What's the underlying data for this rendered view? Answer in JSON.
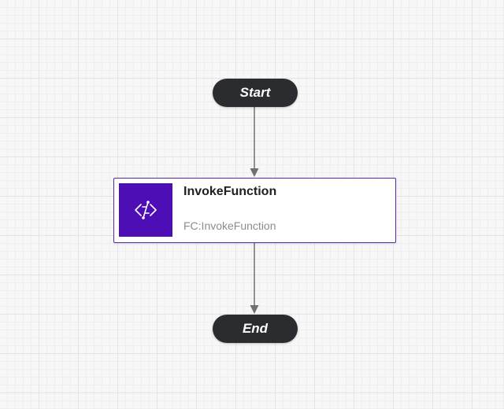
{
  "workflow": {
    "start": {
      "label": "Start"
    },
    "end": {
      "label": "End"
    },
    "task": {
      "title": "InvokeFunction",
      "subtitle": "FC:InvokeFunction",
      "icon": "function-code-icon"
    }
  },
  "colors": {
    "terminal_fill": "#2b2c30",
    "terminal_text": "#ffffff",
    "task_border": "#5a2aa6",
    "task_icon_bg": "#4d0fb5",
    "connector": "#707070",
    "canvas_bg": "#f7f7f7"
  }
}
